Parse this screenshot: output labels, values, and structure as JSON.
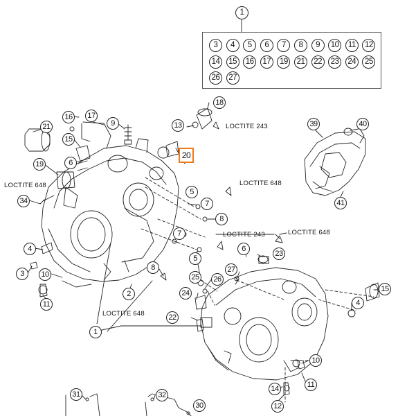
{
  "kit_label": "1",
  "kit_contents": [
    "3",
    "4",
    "5",
    "6",
    "7",
    "8",
    "9",
    "10",
    "11",
    "12",
    "14",
    "15",
    "16",
    "17",
    "19",
    "21",
    "22",
    "23",
    "24",
    "25",
    "26",
    "27"
  ],
  "callouts": {
    "c18": "18",
    "c13": "13",
    "c20": "20",
    "c17": "17",
    "c16": "16",
    "c9": "9",
    "c21": "21",
    "c15": "15",
    "c6a": "6",
    "c19": "19",
    "c34": "34",
    "c5a": "5",
    "c7a": "7",
    "c8a": "8",
    "c7b": "7",
    "c5b": "5",
    "c8b": "8",
    "c4a": "4",
    "c3a": "3",
    "c10a": "10",
    "c11a": "11",
    "c2": "2",
    "c1": "1",
    "c39": "39",
    "c40": "40",
    "c41": "41",
    "c6b": "6",
    "c23": "23",
    "c27": "27",
    "c25": "25",
    "c26": "26",
    "c24": "24",
    "c22": "22",
    "c15b": "15",
    "c4b": "4",
    "c10b": "10",
    "c11b": "11",
    "c14": "14",
    "c12": "12",
    "c31": "31",
    "c32": "32",
    "c30": "30"
  },
  "loctite": {
    "l243a": "LOCTITE 243",
    "l648a": "LOCTITE 648",
    "l648b": "LOCTITE 648",
    "l243b": "LOCTITE 243",
    "l648c": "LOCTITE 648",
    "l648d": "LOCTITE 648"
  },
  "colors": {
    "highlight": "#f07818",
    "line": "#222222"
  }
}
